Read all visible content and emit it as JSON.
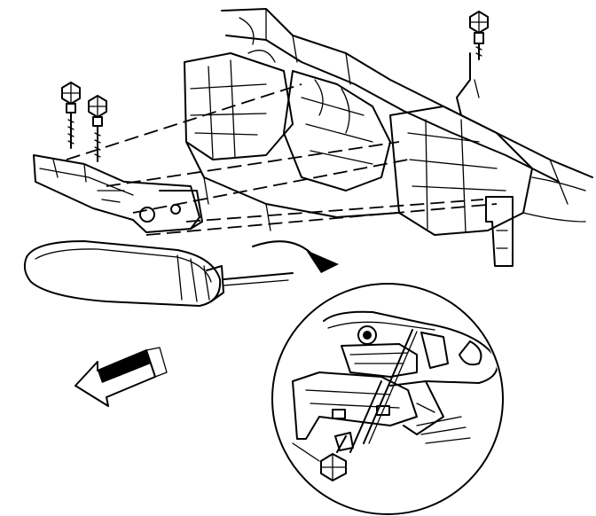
{
  "diagram": {
    "parts": [
      {
        "id": "bolt",
        "icon": "hex-bolt-icon",
        "count": 3
      },
      {
        "id": "fog-lamp",
        "icon": "fog-lamp-icon"
      },
      {
        "id": "mounting-bracket",
        "icon": "bracket-icon"
      },
      {
        "id": "radiator-support",
        "icon": "frame-icon"
      },
      {
        "id": "detail-view",
        "icon": "magnifier-circle-icon"
      },
      {
        "id": "direction-arrow",
        "icon": "front-arrow-icon"
      }
    ],
    "colors": {
      "ink": "#000000",
      "paper": "#ffffff"
    }
  }
}
